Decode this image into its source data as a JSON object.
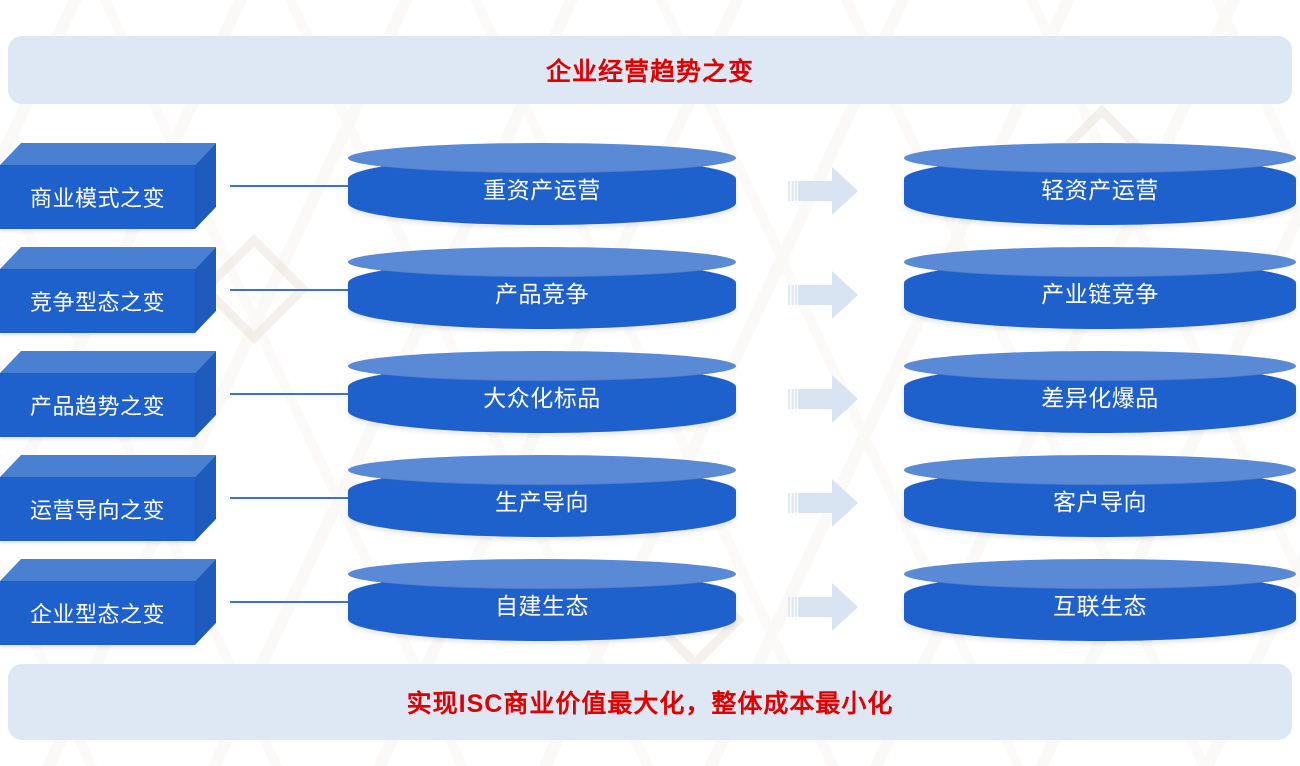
{
  "header": {
    "title": "企业经营趋势之变",
    "accent_color": "#e00000",
    "banner_color": "#dde8f4"
  },
  "footer": {
    "title": "实现ISC商业价值最大化，整体成本最小化",
    "accent_color": "#e00000",
    "banner_color": "#dde8f4"
  },
  "theme": {
    "cube_front": "#1f61cc",
    "cube_top": "#4a80d1",
    "cube_side": "#1f5bbd",
    "cylinder_body": "#1f61cc",
    "cylinder_top": "#5a89d6",
    "arrow_color": "#d8e4f2",
    "connector_color": "#3c72cc",
    "label_text": "#ffffff"
  },
  "rows": [
    {
      "category": "商业模式之变",
      "from": "重资产运营",
      "to": "轻资产运营",
      "arrow": "right-arrow-icon"
    },
    {
      "category": "竞争型态之变",
      "from": "产品竞争",
      "to": "产业链竞争",
      "arrow": "right-arrow-icon"
    },
    {
      "category": "产品趋势之变",
      "from": "大众化标品",
      "to": "差异化爆品",
      "arrow": "right-arrow-icon"
    },
    {
      "category": "运营导向之变",
      "from": "生产导向",
      "to": "客户导向",
      "arrow": "right-arrow-icon"
    },
    {
      "category": "企业型态之变",
      "from": "自建生态",
      "to": "互联生态",
      "arrow": "right-arrow-icon"
    }
  ]
}
